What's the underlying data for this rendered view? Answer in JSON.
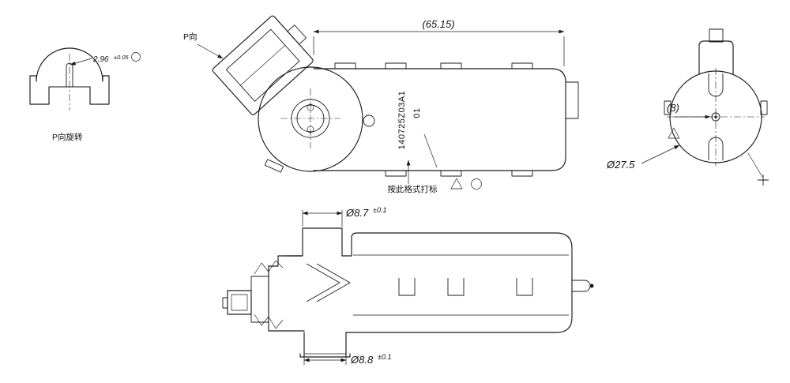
{
  "drawing": {
    "labels": {
      "p_direction": "P向",
      "p_rotation_view": "P向旋转",
      "marking_note": "按此格式打标",
      "marking_code": "140725Z03A1",
      "marking_rev": "01"
    },
    "dimensions": {
      "overall_length": "(65.15)",
      "pin_offset": "(8)",
      "body_outer_diameter": "Ø27.5",
      "dome_height": {
        "value": "2.96",
        "tolerance": "±0.05"
      },
      "top_boss_diameter": {
        "value": "Ø8.7",
        "tolerance": "±0.1"
      },
      "bottom_boss_diameter": {
        "value": "Ø8.8",
        "tolerance": "±0.1"
      }
    },
    "colors": {
      "background": "#ffffff",
      "line": "#1a1a1a"
    }
  }
}
